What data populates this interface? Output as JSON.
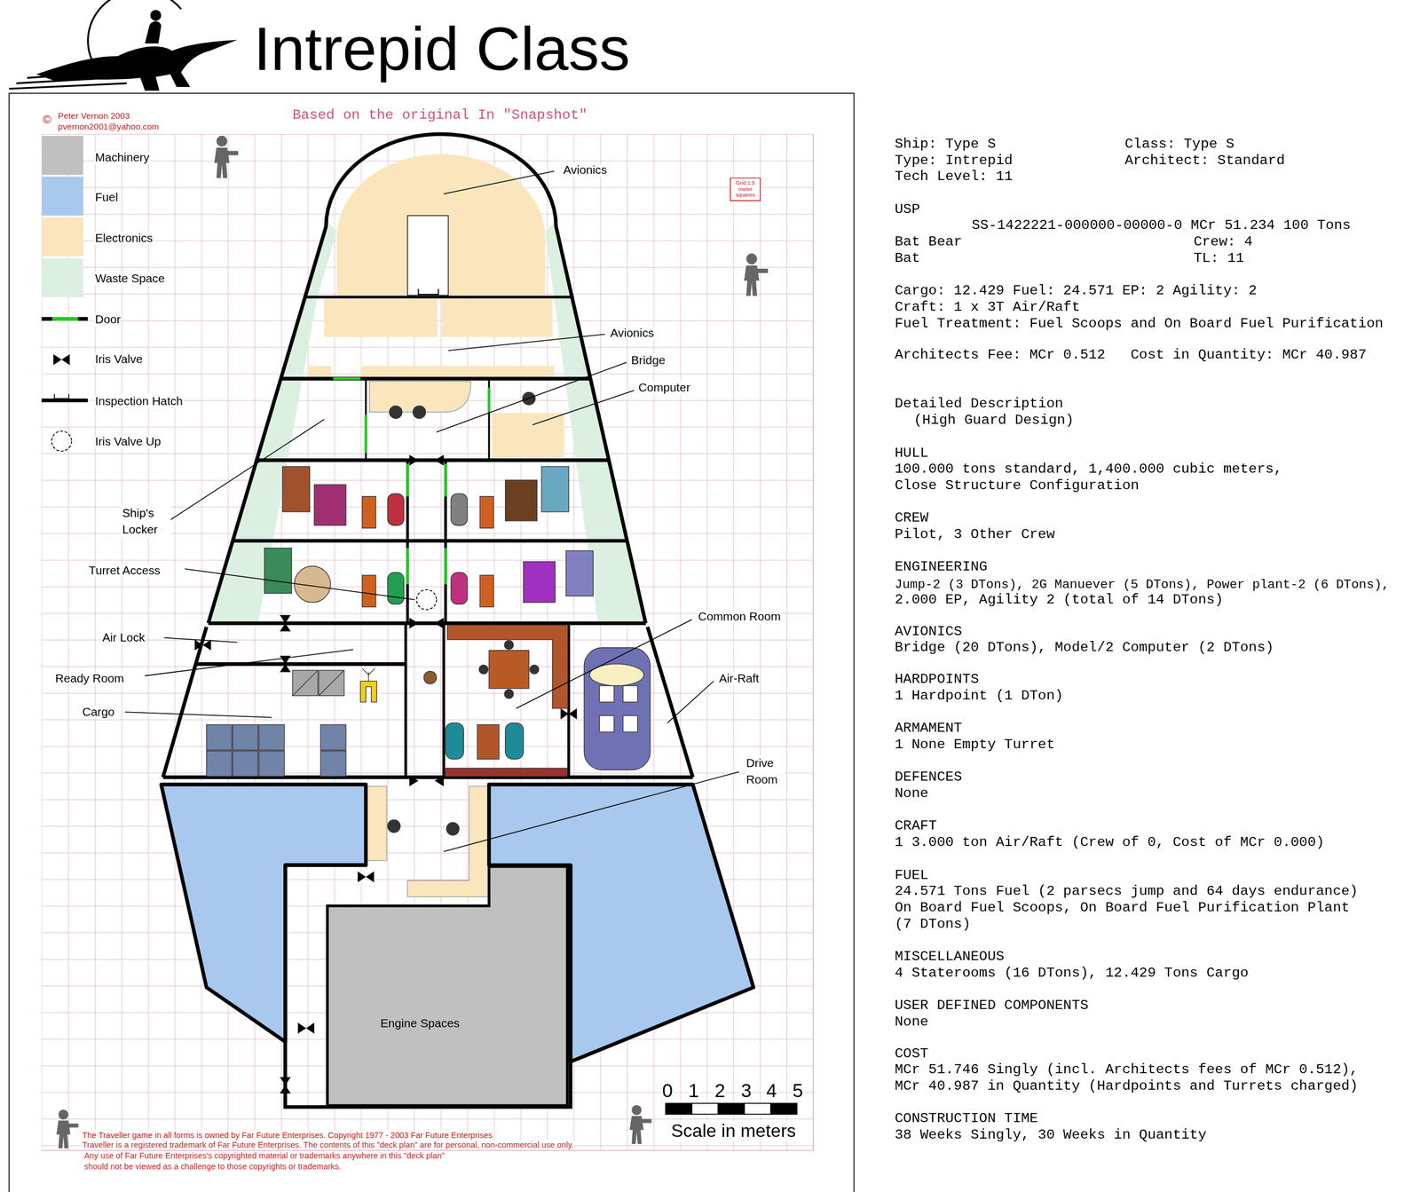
{
  "diagram": {
    "title": "Intrepid Class",
    "nodes": [
      {
        "text": [
          "Grid 1.5 meter squares"
        ]
      },
      {
        "text": [
          "Engine Spaces"
        ]
      }
    ],
    "labels": [
      "©",
      "Peter Vernon 2003",
      "pvernon2001@yahoo.com",
      "Based on the original In \"Snapshot\"",
      "Avionics",
      "Avionics",
      "Bridge",
      "Computer",
      "Ship's Locker",
      "Turret Access",
      "Air Lock",
      "Ready Room",
      "Cargo",
      "Common Room",
      "Air-Raft",
      "Drive Room",
      "0",
      "1",
      "2",
      "3",
      "4",
      "5",
      "Scale in meters",
      "The Traveller game in all forms is owned by Far Future Enterprises. Copyright 1977 - 2003 Far Future Enterprises",
      "Traveller is a registered trademark of Far Future Enterprises. The contents of this \"deck plan\" are for personal, non-commercial use only.",
      "Any use of Far Future Enterprises's copyrighted material or trademarks anywhere in this \"deck plan\"",
      "should not be viewed as a challenge to those copyrights or trademarks.",
      "Ship: Type S",
      "Class: Type S",
      "Type: Intrepid",
      "Architect: Standard",
      "Tech Level: 11",
      "USP",
      "SS-1422221-000000-00000-0 MCr 51.234 100 Tons",
      "Bat Bear",
      "Crew: 4",
      "Bat",
      "TL: 11",
      "Cargo: 12.429 Fuel: 24.571 EP: 2 Agility: 2",
      "Craft: 1 x 3T Air/Raft",
      "Fuel Treatment: Fuel Scoops and On Board Fuel Purification",
      "Architects Fee: MCr 0.512   Cost in Quantity: MCr 40.987",
      "Detailed Description",
      "(High Guard Design)",
      "HULL",
      "100.000 tons standard, 1,400.000 cubic meters,",
      "Close Structure Configuration",
      "CREW",
      "Pilot, 3 Other Crew",
      "ENGINEERING",
      "Jump-2 (3 DTons), 2G Manuever (5 DTons), Power plant-2 (6 DTons),",
      "2.000 EP, Agility 2 (total of 14 DTons)",
      "AVIONICS",
      "Bridge (20 DTons), Model/2 Computer (2 DTons)",
      "HARDPOINTS",
      "1 Hardpoint (1 DTon)",
      "ARMAMENT",
      "1 None Empty Turret",
      "DEFENCES",
      "None",
      "CRAFT",
      "1 3.000 ton Air/Raft (Crew of 0, Cost of MCr 0.000)",
      "FUEL",
      "24.571 Tons Fuel (2 parsecs jump and 64 days endurance)",
      "On Board Fuel Scoops, On Board Fuel Purification Plant",
      "(7 DTons)",
      "MISCELLANEOUS",
      "4 Staterooms (16 DTons), 12.429 Tons Cargo",
      "USER DEFINED COMPONENTS",
      "None",
      "COST",
      "MCr 51.746 Singly (incl. Architects fees of MCr 0.512),",
      "MCr 40.987 in Quantity (Hardpoints and Turrets charged)",
      "CONSTRUCTION TIME",
      "38 Weeks Singly, 30 Weeks in Quantity"
    ],
    "legend": [
      {
        "text": "Machinery",
        "color": "#c0c0c0"
      },
      {
        "text": "Fuel",
        "color": "#a8c8ee"
      },
      {
        "text": "Electronics",
        "color": "#f9e6bd"
      },
      {
        "text": "Waste Space",
        "color": "#dcf0e2"
      },
      {
        "text": "Door"
      },
      {
        "text": "Iris Valve"
      },
      {
        "text": "Inspection Hatch"
      },
      {
        "text": "Iris Valve Up"
      }
    ]
  }
}
